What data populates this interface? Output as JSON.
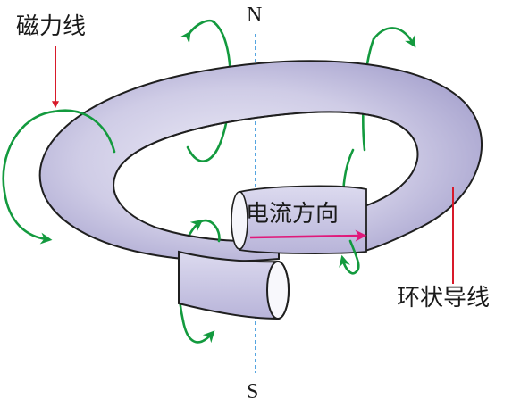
{
  "labels": {
    "field_lines": "磁力线",
    "current_direction": "电流方向",
    "ring_wire": "环状导线",
    "north": "N",
    "south": "S"
  },
  "colors": {
    "wire_fill_light": "#e6e4f3",
    "wire_fill_dark": "#a9a5cf",
    "wire_outline": "#1f1f1f",
    "field_line": "#139a3e",
    "axis": "#2b8fd8",
    "current_arrow": "#e0197a",
    "pointer": "#d81a2a"
  }
}
